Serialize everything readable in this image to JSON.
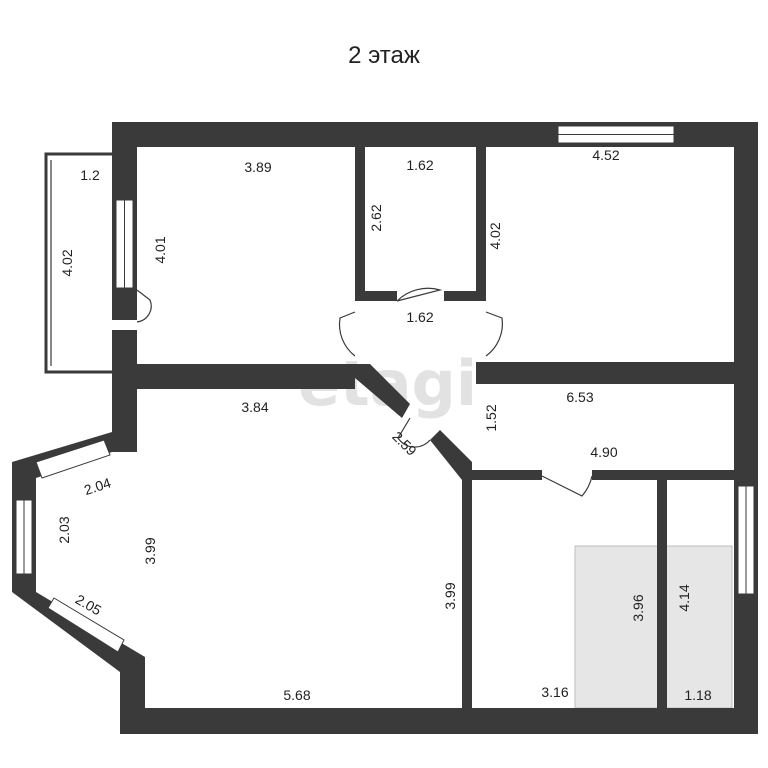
{
  "plan": {
    "floor_title": "2 этаж",
    "watermark": "etagi",
    "wall_color": "#3a3a3a",
    "window_color": "#ffffff",
    "stair_fill": "#e6e6e6",
    "dimensions": {
      "balcony_width": "1.2",
      "balcony_length": "4.02",
      "bedroom_top_width": "3.89",
      "bedroom_top_height": "4.01",
      "small_room_width": "1.62",
      "small_room_height": "2.62",
      "hall_top_width": "1.62",
      "bedroom_right_width": "4.52",
      "bedroom_right_height": "4.02",
      "living_top_width": "3.84",
      "hall_diagonal": "2.59",
      "corridor_height": "1.52",
      "corridor_length": "6.53",
      "corridor_bottom": "4.90",
      "bay_upper": "2.04",
      "bay_side": "2.03",
      "living_height_left": "3.99",
      "bay_lower": "2.05",
      "living_height_right": "3.99",
      "living_bottom_width": "5.68",
      "room_bottom_height": "3.96",
      "room_bottom_width": "3.16",
      "narrow_room_height": "4.14",
      "narrow_room_width": "1.18"
    }
  }
}
